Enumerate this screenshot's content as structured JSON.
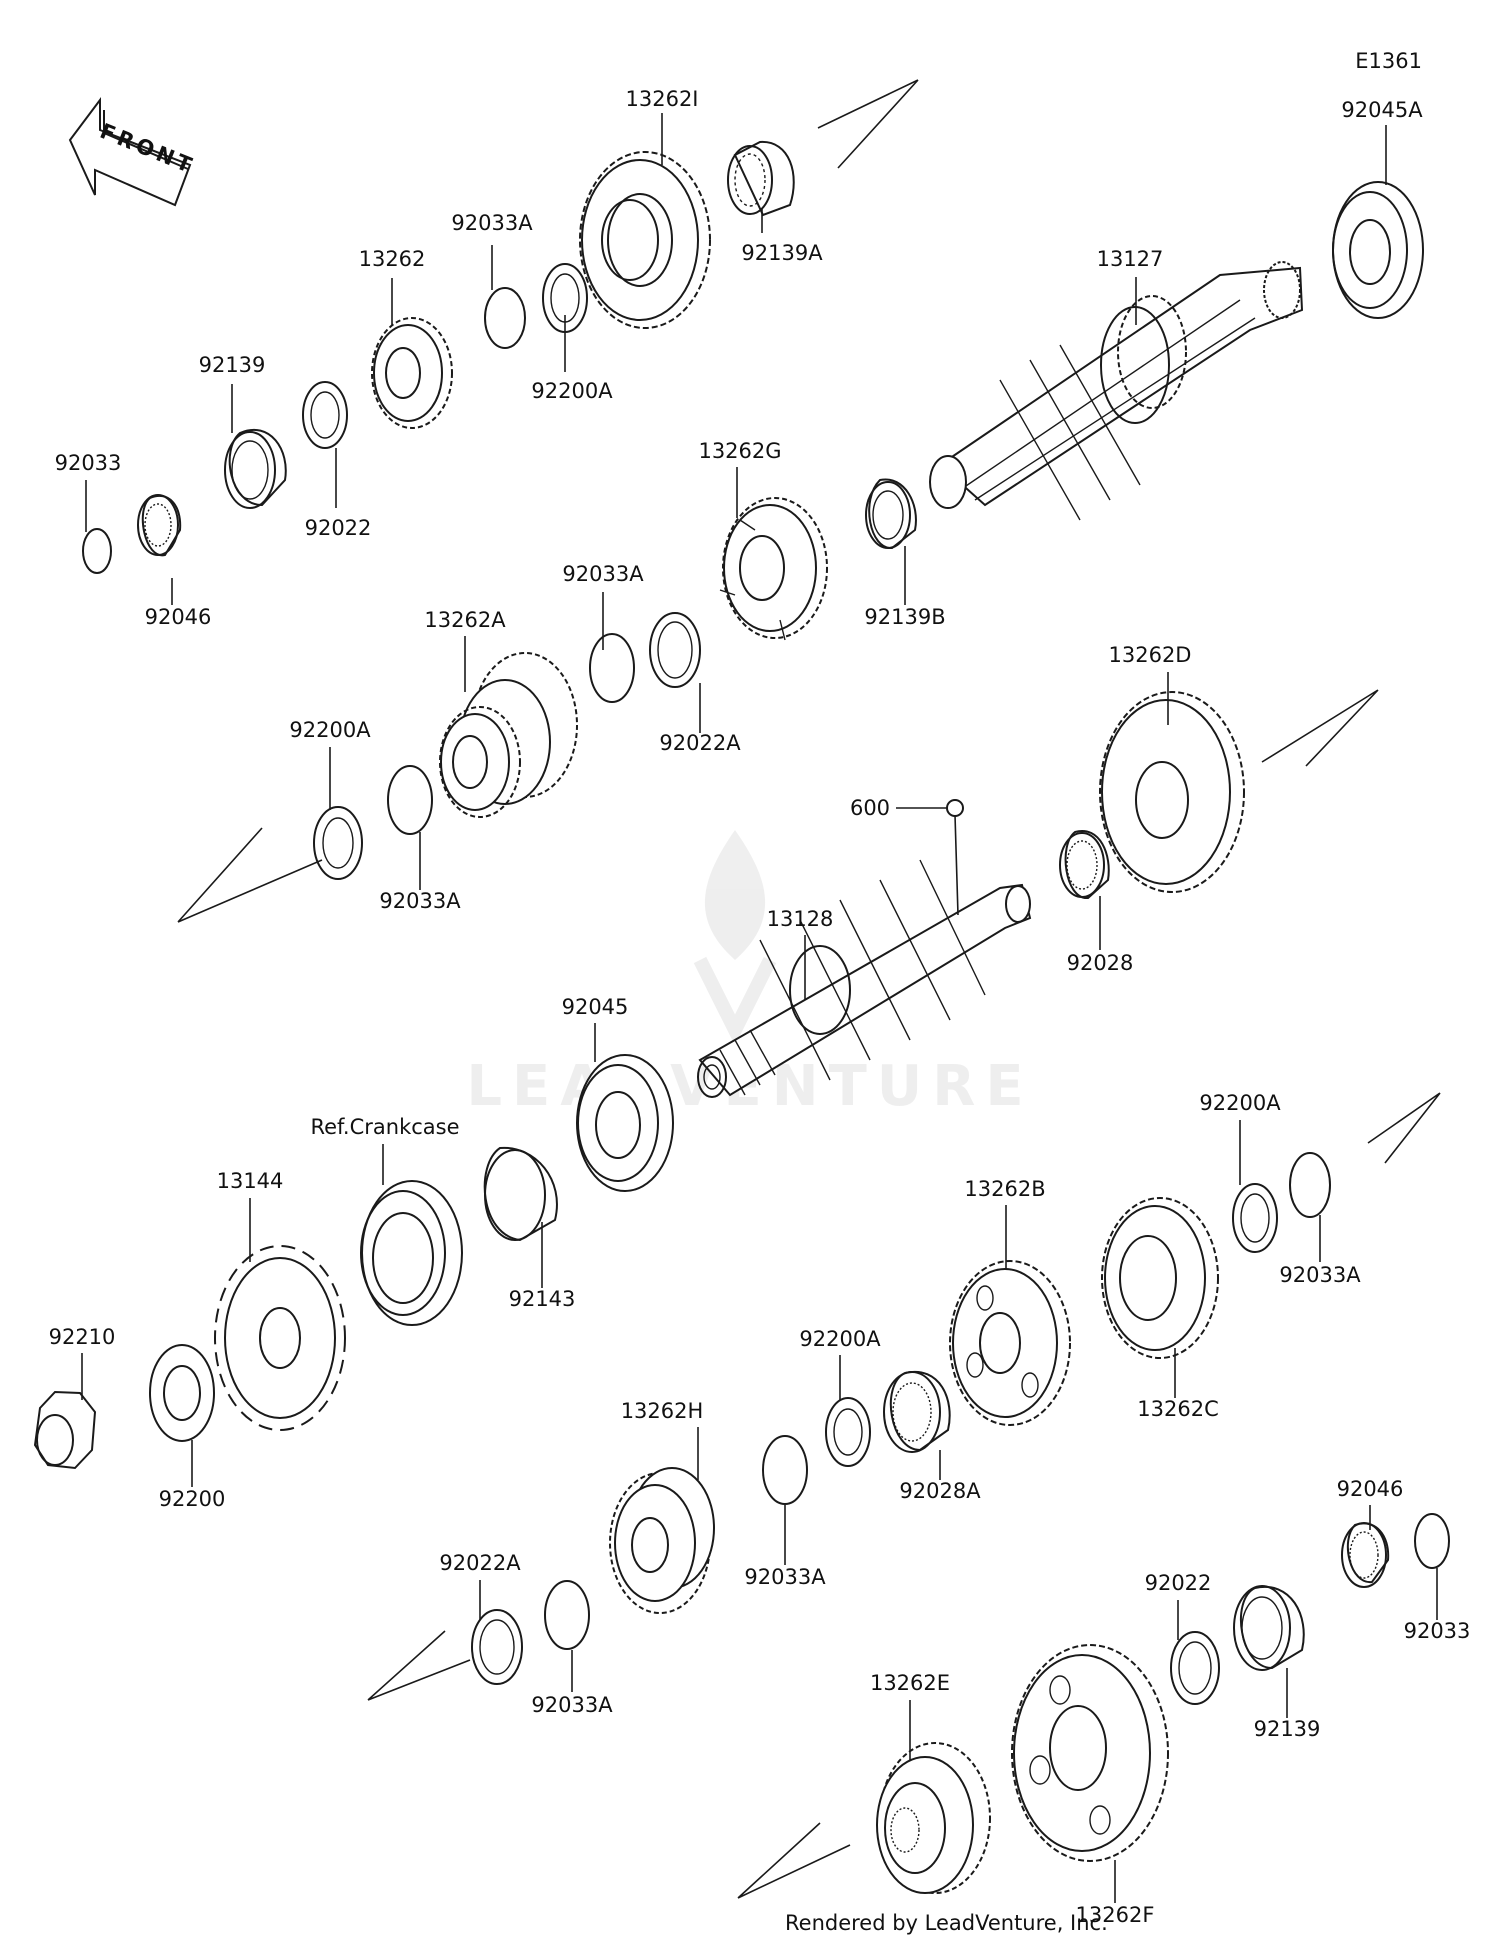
{
  "diagram": {
    "code": "E1361",
    "footer": "Rendered by LeadVenture, Inc.",
    "watermark": "LEADVENTURE",
    "front_tag": "FRONT"
  },
  "parts": [
    {
      "id": "p1",
      "label": "13262I"
    },
    {
      "id": "p2",
      "label": "92139A"
    },
    {
      "id": "p3",
      "label": "92045A"
    },
    {
      "id": "p4",
      "label": "92033A"
    },
    {
      "id": "p5",
      "label": "92200A"
    },
    {
      "id": "p6",
      "label": "13262"
    },
    {
      "id": "p7",
      "label": "13127"
    },
    {
      "id": "p8",
      "label": "92139"
    },
    {
      "id": "p9",
      "label": "92022"
    },
    {
      "id": "p10",
      "label": "92033"
    },
    {
      "id": "p11",
      "label": "92046"
    },
    {
      "id": "p12",
      "label": "13262G"
    },
    {
      "id": "p13",
      "label": "92139B"
    },
    {
      "id": "p14",
      "label": "92033A"
    },
    {
      "id": "p15",
      "label": "13262A"
    },
    {
      "id": "p16",
      "label": "92022A"
    },
    {
      "id": "p17",
      "label": "92200A"
    },
    {
      "id": "p18",
      "label": "92033A"
    },
    {
      "id": "p19",
      "label": "13262D"
    },
    {
      "id": "p20",
      "label": "600"
    },
    {
      "id": "p21",
      "label": "13128"
    },
    {
      "id": "p22",
      "label": "92028"
    },
    {
      "id": "p23",
      "label": "92045"
    },
    {
      "id": "p24",
      "label": "Ref.Crankcase"
    },
    {
      "id": "p25",
      "label": "13144"
    },
    {
      "id": "p26",
      "label": "92143"
    },
    {
      "id": "p27",
      "label": "92200A"
    },
    {
      "id": "p28",
      "label": "92033A"
    },
    {
      "id": "p29",
      "label": "13262B"
    },
    {
      "id": "p30",
      "label": "13262C"
    },
    {
      "id": "p31",
      "label": "92210"
    },
    {
      "id": "p32",
      "label": "92200A"
    },
    {
      "id": "p33",
      "label": "92200"
    },
    {
      "id": "p34",
      "label": "13262H"
    },
    {
      "id": "p35",
      "label": "92028A"
    },
    {
      "id": "p36",
      "label": "92033A"
    },
    {
      "id": "p37",
      "label": "92046"
    },
    {
      "id": "p38",
      "label": "92022A"
    },
    {
      "id": "p39",
      "label": "92022"
    },
    {
      "id": "p40",
      "label": "92033"
    },
    {
      "id": "p41",
      "label": "92033A"
    },
    {
      "id": "p42",
      "label": "13262E"
    },
    {
      "id": "p43",
      "label": "92139"
    },
    {
      "id": "p44",
      "label": "13262F"
    }
  ]
}
